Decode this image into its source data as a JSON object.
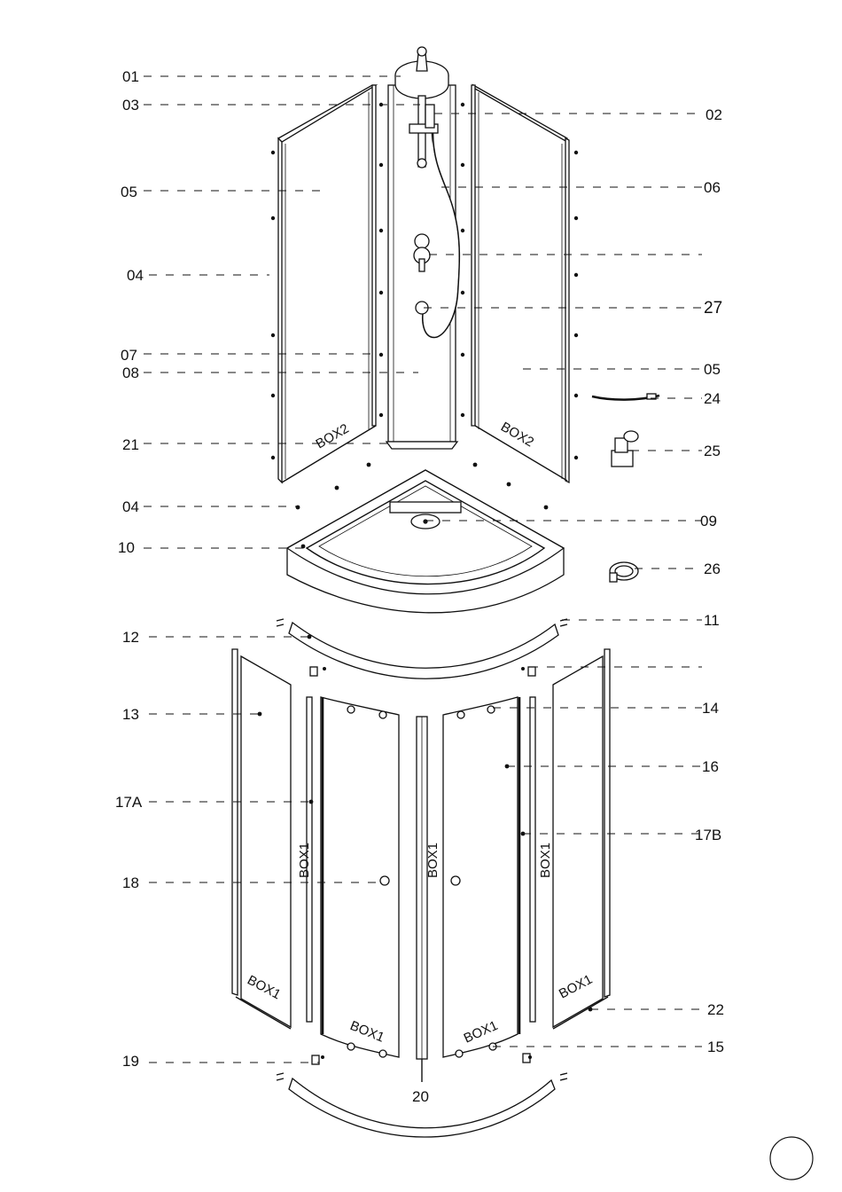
{
  "callouts": [
    {
      "id": "01",
      "label": "01"
    },
    {
      "id": "03",
      "label": "03"
    },
    {
      "id": "02",
      "label": "02"
    },
    {
      "id": "05a",
      "label": "05"
    },
    {
      "id": "06",
      "label": "06"
    },
    {
      "id": "04a",
      "label": "04"
    },
    {
      "id": "27",
      "label": "27"
    },
    {
      "id": "07",
      "label": "07"
    },
    {
      "id": "08",
      "label": "08"
    },
    {
      "id": "05b",
      "label": "05"
    },
    {
      "id": "24",
      "label": "24"
    },
    {
      "id": "21",
      "label": "21"
    },
    {
      "id": "25",
      "label": "25"
    },
    {
      "id": "04b",
      "label": "04"
    },
    {
      "id": "09",
      "label": "09"
    },
    {
      "id": "10",
      "label": "10"
    },
    {
      "id": "26",
      "label": "26"
    },
    {
      "id": "11",
      "label": "11"
    },
    {
      "id": "12",
      "label": "12"
    },
    {
      "id": "13",
      "label": "13"
    },
    {
      "id": "14",
      "label": "14"
    },
    {
      "id": "16",
      "label": "16"
    },
    {
      "id": "17A",
      "label": "17A"
    },
    {
      "id": "17B",
      "label": "17B"
    },
    {
      "id": "18",
      "label": "18"
    },
    {
      "id": "22",
      "label": "22"
    },
    {
      "id": "15",
      "label": "15"
    },
    {
      "id": "19",
      "label": "19"
    },
    {
      "id": "20",
      "label": "20"
    }
  ],
  "box_marks": {
    "box2_left": "BOX2",
    "box2_right": "BOX2",
    "box1_a": "BOX1",
    "box1_b": "BOX1",
    "box1_c": "BOX1",
    "box1_d": "BOX1",
    "box1_e": "BOX1",
    "box1_f": "BOX1",
    "box1_g": "BOX1"
  },
  "colors": {
    "ink": "#111111",
    "paper": "#ffffff"
  }
}
